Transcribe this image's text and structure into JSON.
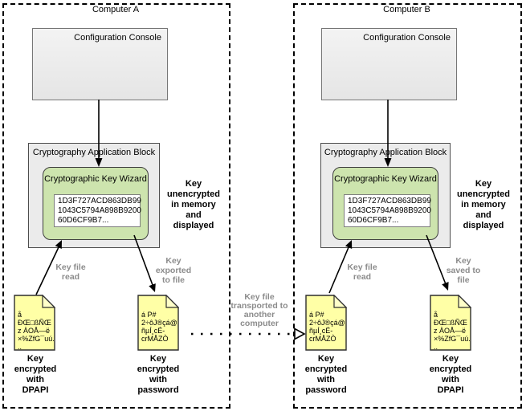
{
  "colors": {
    "file_yellow": "#FFFFA6",
    "wizard_green": "#CDE4AE",
    "block_gray": "#EBEBEB",
    "console_gray": "#EFEFEF",
    "muted_label_gray": "#8C8C8C",
    "line_black": "#000000"
  },
  "transport_label": "Key file\ntransported to\nanother\ncomputer",
  "computers": [
    {
      "title": "Computer A",
      "console_label": "Configuration Console",
      "block_label": "Cryptography Application Block",
      "wizard_label": "Cryptographic Key Wizard",
      "key_display": "1D3F727ACD863DB99\n1043C5794A898B9200\n60D6CF9B7...",
      "memory_note": "Key\nunencrypted\nin memory\nand\ndisplayed",
      "left_arrow_label": "Key file\nread",
      "right_arrow_label": "Key\nexported\nto file",
      "left_file": {
        "content": "å\nÐŒ□ßÑŒ\nz ÀOÅ—ë\n×%ZfG¯uú.\n..",
        "caption": "Key\nencrypted\nwith\nDPAPI"
      },
      "right_file": {
        "content": "á  P#\n2÷ôJ®çá@\nñµÍ¸cÉ-\ncrMÅZÒ",
        "caption": "Key\nencrypted\nwith\npassword"
      }
    },
    {
      "title": "Computer B",
      "console_label": "Configuration Console",
      "block_label": "Cryptography Application Block",
      "wizard_label": "Cryptographic Key Wizard",
      "key_display": "1D3F727ACD863DB99\n1043C5794A898B9200\n60D6CF9B7...",
      "memory_note": "Key\nunencrypted\nin memory\nand\ndisplayed",
      "left_arrow_label": "Key file\nread",
      "right_arrow_label": "Key\nsaved to\nfile",
      "left_file": {
        "content": "á  P#\n2÷ôJ®çá@\nñµÍ¸cÉ-\ncrMÅZÒ",
        "caption": "Key\nencrypted\nwith\npassword"
      },
      "right_file": {
        "content": "å\nÐŒ□ßÑŒ\nz ÀOÅ—ë\n×%ZfG¯uú.\n..",
        "caption": "Key\nencrypted\nwith\nDPAPI"
      }
    }
  ]
}
